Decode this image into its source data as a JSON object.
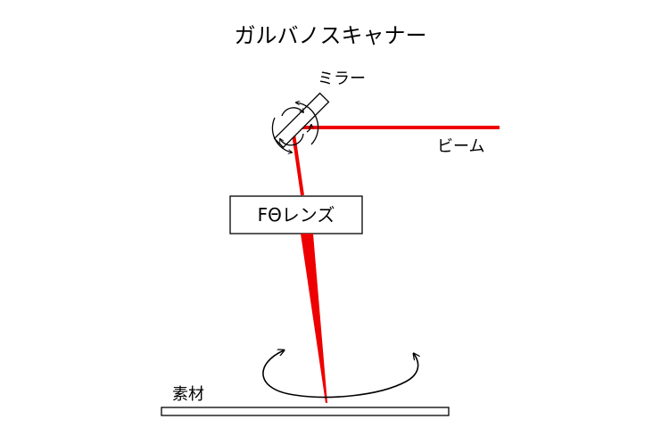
{
  "title": "ガルバノスキャナー",
  "labels": {
    "mirror": "ミラー",
    "beam": "ビーム",
    "lens": "FΘレンズ",
    "material": "素材"
  },
  "colors": {
    "beam": "#ee0000",
    "line": "#000000",
    "background": "#ffffff"
  },
  "icons": {
    "mirror_rotation": "rotation-arrows-icon",
    "scan_rotation": "scan-rotation-arrows-icon"
  }
}
